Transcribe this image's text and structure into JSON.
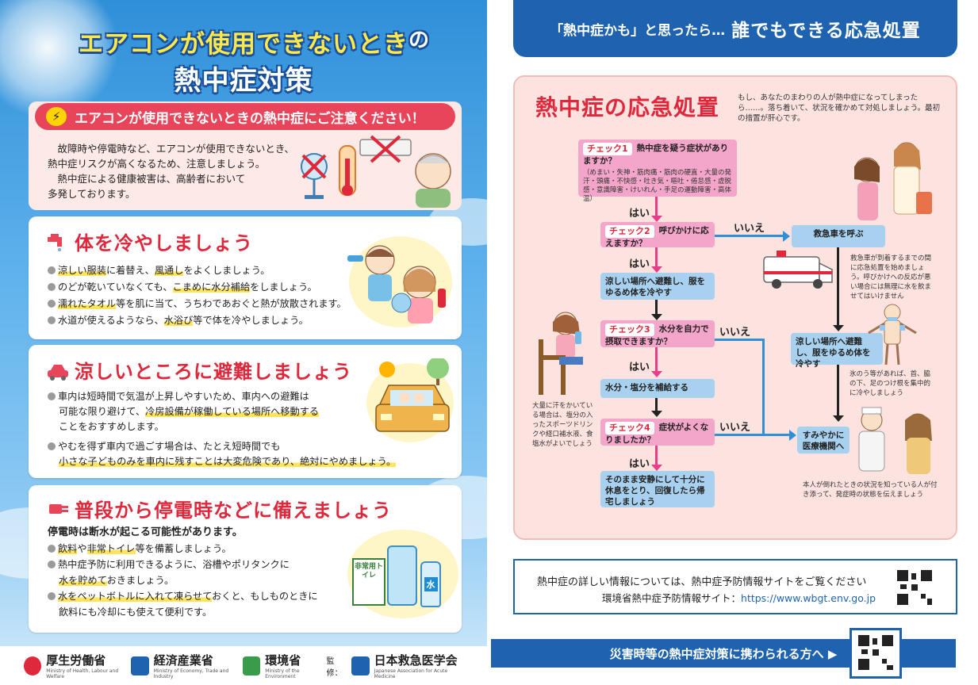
{
  "left": {
    "title_line1_main": "エアコンが使用できないとき",
    "title_line1_particle": "の",
    "title_line2": "熱中症対策",
    "warning": {
      "heading": "エアコンが使用できないときの熱中症にご注意ください！",
      "lines": [
        "　故障時や停電時など、エアコンが使用できないとき、",
        "熱中症リスクが高くなるため、注意しましょう。",
        "　熱中症による健康被害は、高齢者において",
        "多発しております。"
      ]
    },
    "cool_body": {
      "title": "体を冷やしましょう",
      "b1_a": "涼しい服装",
      "b1_b": "に着替え、",
      "b1_c": "風通し",
      "b1_d": "をよくしましょう。",
      "b2_a": "のどが乾いていなくても、",
      "b2_b": "こまめに水分補給",
      "b2_c": "をしましょう。",
      "b3_a": "濡れたタオル",
      "b3_b": "等を肌に当て、うちわであおぐと熱が放散されます。",
      "b4_a": "水道が使えるようなら、",
      "b4_b": "水浴び",
      "b4_c": "等で体を冷やしましょう。"
    },
    "evacuate": {
      "title": "涼しいところに避難しましょう",
      "b1_l1": "車内は短時間で気温が上昇しやすいため、車内への避難は",
      "b1_l2_a": "可能な限り避けて、",
      "b1_l2_b": "冷房設備が稼働している場所へ移動する",
      "b1_l3": "ことをおすすめします。",
      "b2_l1": "やむを得ず車内で過ごす場合は、たとえ短時間でも",
      "b2_l2": "小さな子どものみを車内に残すことは大変危険であり、絶対にやめましょう。"
    },
    "prepare": {
      "title": "普段から停電時などに備えましょう",
      "lead": "停電時は断水が起こる可能性があります。",
      "b1_a": "飲料",
      "b1_b": "や",
      "b1_c": "非常トイレ",
      "b1_d": "等を備蓄しましょう。",
      "b2_l1": "熱中症予防に利用できるように、浴槽やポリタンクに",
      "b2_l2_a": "水を貯めて",
      "b2_l2_b": "おきましょう。",
      "b3_l1_a": "水をペットボトルに入れて凍らせて",
      "b3_l1_b": "おくと、もしものときに",
      "b3_l2": "飲料にも冷却にも使えて便利です。",
      "toilet_label": "非常用トイレ",
      "water_label": "水"
    },
    "logos": [
      {
        "name": "厚生労働省",
        "sub": "Ministry of Health, Labour and Welfare"
      },
      {
        "name": "経済産業省",
        "sub": "Ministry of Economy, Trade and Industry"
      },
      {
        "name": "環境省",
        "sub": "Ministry of the Environment"
      },
      {
        "name": "日本救急医学会",
        "prefix": "監修：",
        "sub": "Japanese Association for Acute Medicine"
      }
    ]
  },
  "right": {
    "banner_small": "「熱中症かも」と思ったら…",
    "banner_big": "誰でもできる応急処置",
    "fa_title": "熱中症の応急処置",
    "fa_note": "もし、あなたのまわりの人が熱中症になってしまったら……。落ち着いて、状況を確かめて対処しましょう。最初の措置が肝心です。",
    "check1_tag": "チェック1",
    "check1_q": "熱中症を疑う症状がありますか？",
    "check1_symptoms": "（めまい・失神・筋肉痛・筋肉の硬直・大量の発汗・頭痛・不快感・吐き気・嘔吐・倦怠感・虚脱感・意識障害・けいれん・手足の運動障害・高体温）",
    "check2_tag": "チェック2",
    "check2_q": "呼びかけに応えますか？",
    "check3_tag": "チェック3",
    "check3_q": "水分を自力で摂取できますか？",
    "check4_tag": "チェック4",
    "check4_q": "症状がよくなりましたか？",
    "step_cool": "涼しい場所へ避難し、服をゆるめ体を冷やす",
    "step_water": "水分・塩分を補給する",
    "step_rest": "そのまま安静にして十分に休息をとり、回復したら帰宅しましょう",
    "step_ambulance": "救急車を呼ぶ",
    "step_cool_right": "涼しい場所へ避難し、服をゆるめ体を冷やす",
    "step_hospital": "すみやかに医療機関へ",
    "yes": "はい",
    "no": "いいえ",
    "note_ambulance": "救急車が到着するまでの間に応急処置を始めましょう。呼びかけへの反応が悪い場合には無理に水を飲ませてはいけません",
    "note_ice": "氷のう等があれば、首、脇の下、足のつけ根を集中的に冷やしましょう",
    "note_sweat": "大量に汗をかいている場合は、塩分の入ったスポーツドリンクや経口補水液、食塩水がよいでしょう",
    "note_hospital": "本人が倒れたときの状況を知っている人が付き添って、発症時の状態を伝えましょう",
    "info_line1": "熱中症の詳しい情報については、熱中症予防情報サイトをご覧ください",
    "info_line2_label": "環境省熱中症予防情報サイト：",
    "info_url": "https://www.wbgt.env.go.jp",
    "bottom_label": "災害時等の熱中症対策に携わられる方へ ▶"
  },
  "colors": {
    "accent_red": "#e0283c",
    "blue": "#1f63b0",
    "pink_flow": "#f3a6c9",
    "blue_flow": "#a8d1f0",
    "highlight": "#ffe55c"
  }
}
